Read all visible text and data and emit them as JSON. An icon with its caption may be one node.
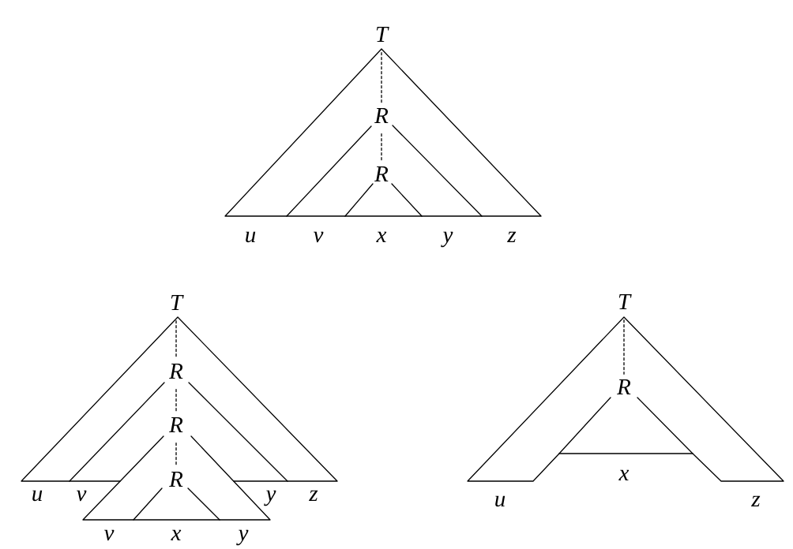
{
  "diagram": {
    "nodes": [
      {
        "text": [
          "T"
        ]
      },
      {
        "text": [
          "R"
        ]
      },
      {
        "text": [
          "R"
        ]
      },
      {
        "text": [
          "T"
        ]
      },
      {
        "text": [
          "R"
        ]
      },
      {
        "text": [
          "R"
        ]
      },
      {
        "text": [
          "R"
        ]
      },
      {
        "text": [
          "T"
        ]
      },
      {
        "text": [
          "R"
        ]
      }
    ],
    "edges": [
      {
        "from": 0,
        "to": 1,
        "arrow": "none",
        "style": "dashed"
      },
      {
        "from": 1,
        "to": 2,
        "arrow": "none",
        "style": "dashed"
      },
      {
        "from": 3,
        "to": 4,
        "arrow": "none",
        "style": "dashed"
      },
      {
        "from": 4,
        "to": 5,
        "arrow": "none",
        "style": "dashed"
      },
      {
        "from": 5,
        "to": 6,
        "arrow": "none",
        "style": "dashed"
      },
      {
        "from": 7,
        "to": 8,
        "arrow": "none",
        "style": "dashed"
      }
    ],
    "labels": [
      "u",
      "v",
      "x",
      "y",
      "z",
      "u",
      "v",
      "y",
      "z",
      "v",
      "x",
      "y",
      "x",
      "u",
      "z"
    ]
  }
}
